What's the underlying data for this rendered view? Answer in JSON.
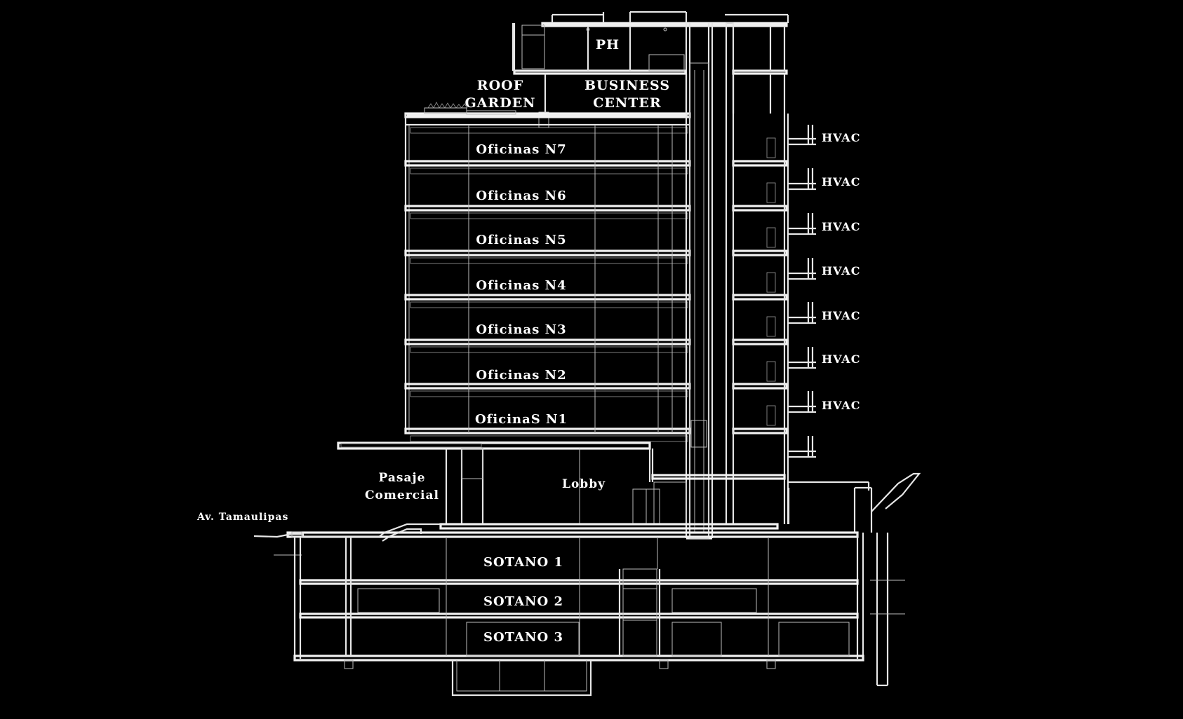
{
  "drawing": {
    "colors": {
      "background": "#000000",
      "linework": "#e6e6e6",
      "text": "#ffffff"
    },
    "labels": {
      "ph": "PH",
      "roof_garden_line1": "ROOF",
      "roof_garden_line2": "GARDEN",
      "business_center_line1": "BUSINESS",
      "business_center_line2": "CENTER",
      "office_floors": [
        "Oficinas N7",
        "Oficinas N6",
        "Oficinas N5",
        "Oficinas N4",
        "Oficinas N3",
        "Oficinas N2",
        "OficinaS N1"
      ],
      "hvac": [
        "HVAC",
        "HVAC",
        "HVAC",
        "HVAC",
        "HVAC",
        "HVAC",
        "HVAC"
      ],
      "pasaje_line1": "Pasaje",
      "pasaje_line2": "Comercial",
      "lobby": "Lobby",
      "street": "Av. Tamaulipas",
      "basements": [
        "SOTANO 1",
        "SOTANO 2",
        "SOTANO 3"
      ]
    }
  }
}
